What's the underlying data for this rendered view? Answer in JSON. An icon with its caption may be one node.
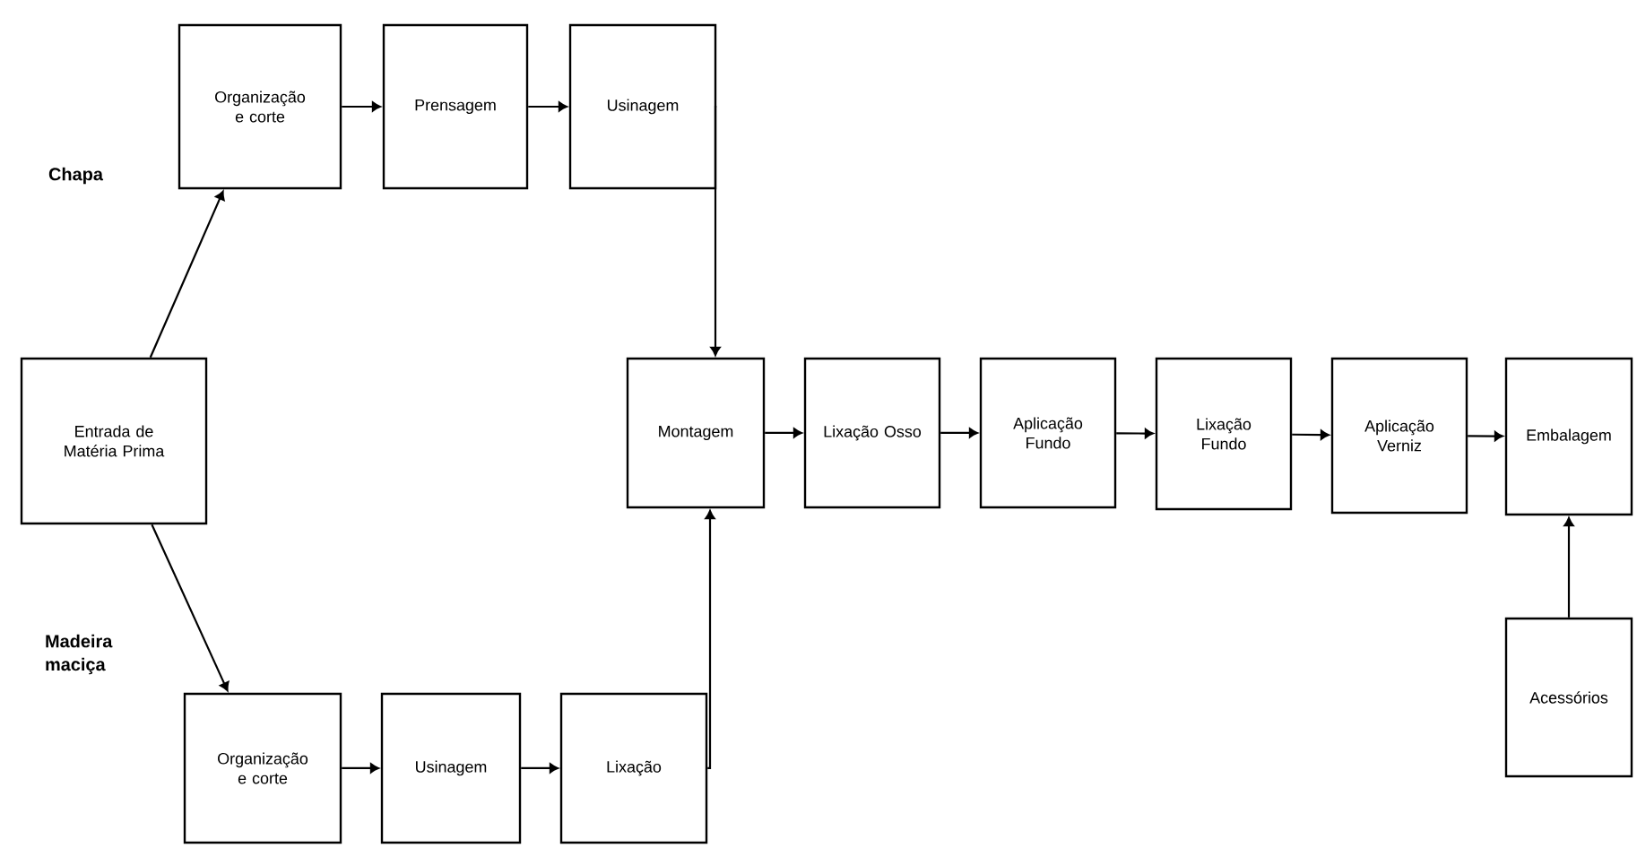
{
  "diagram": {
    "nodes": [
      {
        "text": [
          "Entrada de Matéria Prima"
        ]
      },
      {
        "text": [
          "Organização e corte"
        ]
      },
      {
        "text": [
          "Prensagem"
        ]
      },
      {
        "text": [
          "Usinagem"
        ]
      },
      {
        "text": [
          "Montagem"
        ]
      },
      {
        "text": [
          "Lixação Osso"
        ]
      },
      {
        "text": [
          "Aplicação Fundo"
        ]
      },
      {
        "text": [
          "Lixação Fundo"
        ]
      },
      {
        "text": [
          "Aplicação Verniz"
        ]
      },
      {
        "text": [
          "Embalagem"
        ]
      },
      {
        "text": [
          "Acessórios"
        ]
      },
      {
        "text": [
          "Organização e corte"
        ]
      },
      {
        "text": [
          "Usinagem"
        ]
      },
      {
        "text": [
          "Lixação"
        ]
      }
    ],
    "edges": [
      {
        "from": 0,
        "to": 1,
        "arrow": "to"
      },
      {
        "from": 0,
        "to": 11,
        "arrow": "to"
      },
      {
        "from": 1,
        "to": 2,
        "arrow": "to"
      },
      {
        "from": 2,
        "to": 3,
        "arrow": "to"
      },
      {
        "from": 3,
        "to": 4,
        "arrow": "to"
      },
      {
        "from": 13,
        "to": 4,
        "arrow": "to"
      },
      {
        "from": 4,
        "to": 5,
        "arrow": "to"
      },
      {
        "from": 5,
        "to": 6,
        "arrow": "to"
      },
      {
        "from": 6,
        "to": 7,
        "arrow": "to"
      },
      {
        "from": 7,
        "to": 8,
        "arrow": "to"
      },
      {
        "from": 8,
        "to": 9,
        "arrow": "to"
      },
      {
        "from": 10,
        "to": 9,
        "arrow": "to"
      },
      {
        "from": 11,
        "to": 12,
        "arrow": "to"
      },
      {
        "from": 12,
        "to": 13,
        "arrow": "to"
      }
    ],
    "labels": [
      "Chapa",
      "Madeira maciça"
    ]
  }
}
